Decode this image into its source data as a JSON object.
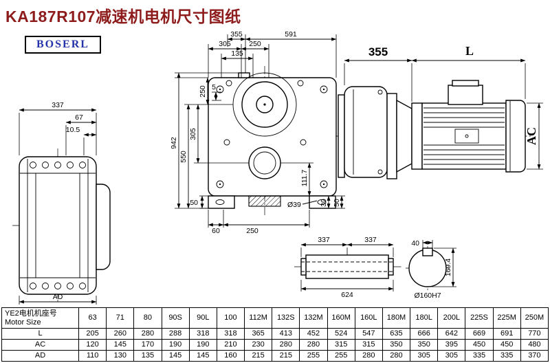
{
  "page": {
    "title": "KA187R107减速机电机尺寸图纸",
    "brand": "BOSERL"
  },
  "dims": {
    "front": {
      "top_355": "355",
      "top_591": "591",
      "top_305": "305",
      "top_250": "250",
      "top_135": "135",
      "left_5": "5",
      "left_250": "250",
      "left_305": "305",
      "left_550": "550",
      "left_942": "942",
      "right_111_7": "111.7",
      "bottom_50_left": "50",
      "bottom_60": "60",
      "bottom_250": "250",
      "dia_39": "Ø39",
      "bottom_30": "30",
      "bottom_50_right": "50"
    },
    "flange": {
      "d337": "337",
      "d67": "67",
      "d10_5": "10.5",
      "dAD": "AD"
    },
    "motor": {
      "d355": "355",
      "dL": "L",
      "dAC": "AC"
    },
    "shaft": {
      "d337_left": "337",
      "d337_right": "337",
      "d624": "624"
    },
    "bore": {
      "d40": "40",
      "d169_4": "169.4",
      "dia160": "Ø160H7"
    }
  },
  "table": {
    "header_cn": "YE2电机机座号",
    "header_en": "Motor Size",
    "columns": [
      "63",
      "71",
      "80",
      "90S",
      "90L",
      "100",
      "112M",
      "132S",
      "132M",
      "160M",
      "160L",
      "180M",
      "180L",
      "200L",
      "225S",
      "225M",
      "250M"
    ],
    "rows": [
      {
        "label": "L",
        "values": [
          "205",
          "260",
          "280",
          "288",
          "318",
          "318",
          "365",
          "413",
          "452",
          "524",
          "547",
          "635",
          "666",
          "642",
          "669",
          "691",
          "770"
        ]
      },
      {
        "label": "AC",
        "values": [
          "120",
          "145",
          "170",
          "190",
          "190",
          "210",
          "230",
          "280",
          "280",
          "315",
          "315",
          "350",
          "350",
          "395",
          "450",
          "450",
          "480"
        ]
      },
      {
        "label": "AD",
        "values": [
          "110",
          "130",
          "135",
          "145",
          "145",
          "160",
          "215",
          "215",
          "255",
          "255",
          "280",
          "280",
          "305",
          "305",
          "335",
          "335",
          "370"
        ]
      }
    ]
  }
}
